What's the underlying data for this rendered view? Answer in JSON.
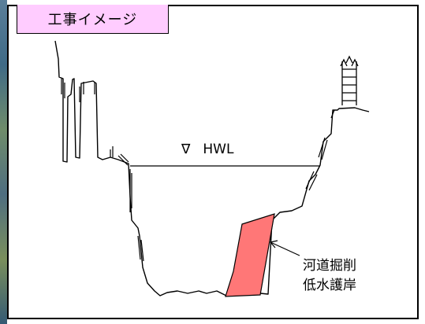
{
  "title": "工事イメージ",
  "water_level": {
    "symbol": "∇",
    "label": "HWL"
  },
  "work_annotation": {
    "line1": "河道掘削",
    "line2": "低水護岸"
  },
  "colors": {
    "title_background": "#ffccff",
    "work_area_fill": "#ff7777",
    "line": "#000000"
  }
}
